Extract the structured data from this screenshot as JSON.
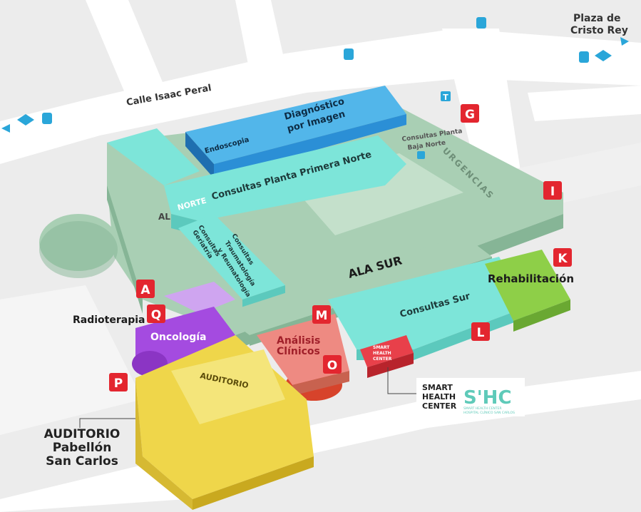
{
  "streets": {
    "calle_isaac_peral": "Calle Isaac Peral",
    "plaza_cristo_rey_line1": "Plaza de",
    "plaza_cristo_rey_line2": "Cristo Rey"
  },
  "buildings": {
    "endoscopia": "Endoscopia",
    "diagnostico_line1": "Diagnóstico",
    "diagnostico_line2": "por Imagen",
    "consultas_primera_norte": "Consultas Planta Primera Norte",
    "consultas_baja_norte_line1": "Consultas Planta",
    "consultas_baja_norte_line2": "Baja Norte",
    "urgencias": "URGENCIAS",
    "ala_norte_left": "AL",
    "ala_norte": "NORTE",
    "consultas_geriatria_line1": "Consultas",
    "consultas_geriatria_line2": "Geriatría",
    "consultas_trauma_line1": "Consultas",
    "consultas_trauma_line2": "Traumatología",
    "consultas_trauma_line3": "y Reumatología",
    "ala_sur": "ALA SUR",
    "consultas_sur": "Consultas Sur",
    "rehabilitacion": "Rehabilitación",
    "radioterapia": "Radioterapia",
    "oncologia": "Oncología",
    "analisis_line1": "Análisis",
    "analisis_line2": "Clínicos",
    "auditorio_roof": "AUDITORIO",
    "smart_roof_line1": "SMART",
    "smart_roof_line2": "HEALTH",
    "smart_roof_line3": "CENTER"
  },
  "callouts": {
    "smart_line1": "SMART",
    "smart_line2": "HEALTH",
    "smart_line3": "CENTER",
    "shc_logo": "S'HC",
    "shc_sub1": "SMART HEALTH CENTER",
    "shc_sub2": "HOSPITAL CLÍNICO SAN CARLOS",
    "auditorio_line1": "AUDITORIO",
    "auditorio_line2": "Pabellón",
    "auditorio_line3": "San Carlos"
  },
  "markers": [
    "G",
    "I",
    "K",
    "A",
    "Q",
    "M",
    "L",
    "O",
    "P"
  ],
  "icons": {
    "metro": "T",
    "metro_small": "T"
  },
  "colors": {
    "ground": "#ececec",
    "road": "#ffffff",
    "base_building": "#a9cfb4",
    "cyan_building": "#7de5d9",
    "blue_building": "#2b8fd6",
    "purple": "#a44be0",
    "light_purple": "#cfa5f0",
    "salmon": "#ee8a82",
    "orange_red": "#d7432b",
    "yellow": "#efd64a",
    "green": "#8ecf48",
    "marker_red": "#e3262f"
  }
}
